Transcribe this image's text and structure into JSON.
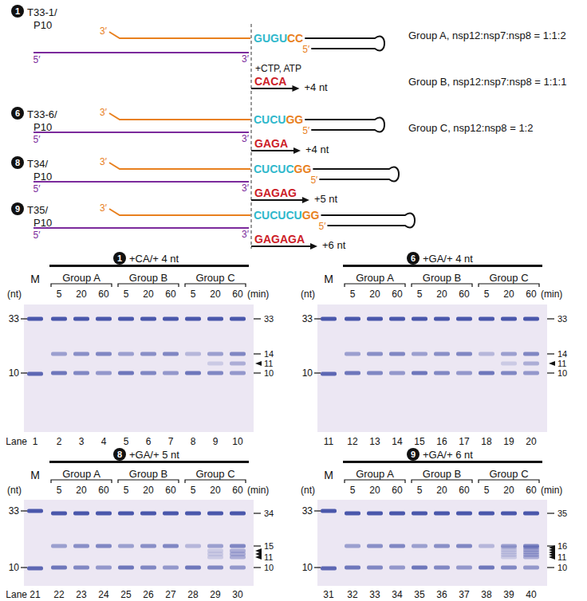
{
  "diagram": {
    "labels": [
      "1",
      "T33-1/",
      "P10",
      "3′",
      "5′",
      "GUGU",
      "CC",
      "5′",
      "3′",
      "+CTP, ATP",
      "CACA",
      "+4 nt",
      "6",
      "T33-6/",
      "P10",
      "3′",
      "5′",
      "CUCU",
      "GG",
      "5′",
      "3′",
      "GAGA",
      "+4 nt",
      "8",
      "T34/",
      "P10",
      "3′",
      "5′",
      "CUCUC",
      "GG",
      "5′",
      "3′",
      "GAGAG",
      "+5 nt",
      "9",
      "T35/",
      "P10",
      "3′",
      "5′",
      "CUCUCU",
      "GG",
      "5′",
      "3′",
      "GAGAGA",
      "+6 nt",
      "Group A, nsp12:nsp7:nsp8 = 1:1:2",
      "Group B, nsp12:nsp7:nsp8 = 1:1:1",
      "Group C, nsp12:nsp8 = 1:2",
      "1",
      "+CA/+ 4 nt",
      "M",
      "Group A",
      "Group B",
      "Group C",
      "(nt)",
      "5",
      "20",
      "60",
      "5",
      "20",
      "60",
      "5",
      "20",
      "60",
      "(min)",
      "33",
      "10",
      "33",
      "14",
      "11",
      "10",
      "Lane",
      "1",
      "2",
      "3",
      "4",
      "5",
      "6",
      "7",
      "8",
      "9",
      "10",
      "6",
      "+GA/+ 4 nt",
      "M",
      "Group A",
      "Group B",
      "Group C",
      "(nt)",
      "5",
      "20",
      "60",
      "5",
      "20",
      "60",
      "5",
      "20",
      "60",
      "(min)",
      "33",
      "10",
      "33",
      "14",
      "11",
      "10",
      "11",
      "12",
      "13",
      "14",
      "15",
      "16",
      "17",
      "18",
      "19",
      "20",
      "8",
      "+GA/+ 5 nt",
      "M",
      "Group A",
      "Group B",
      "Group C",
      "(nt)",
      "5",
      "20",
      "60",
      "5",
      "20",
      "60",
      "5",
      "20",
      "60",
      "(min)",
      "33",
      "10",
      "34",
      "15",
      "11",
      "10",
      "Lane",
      "21",
      "22",
      "23",
      "24",
      "25",
      "26",
      "27",
      "28",
      "29",
      "30",
      "9",
      "+GA/+ 6 nt",
      "M",
      "Group A",
      "Group B",
      "Group C",
      "(nt)",
      "5",
      "20",
      "60",
      "5",
      "20",
      "60",
      "5",
      "20",
      "60",
      "(min)",
      "33",
      "10",
      "35",
      "16",
      "11",
      "10",
      "31",
      "32",
      "33",
      "34",
      "35",
      "36",
      "37",
      "38",
      "39",
      "40"
    ]
  }
}
